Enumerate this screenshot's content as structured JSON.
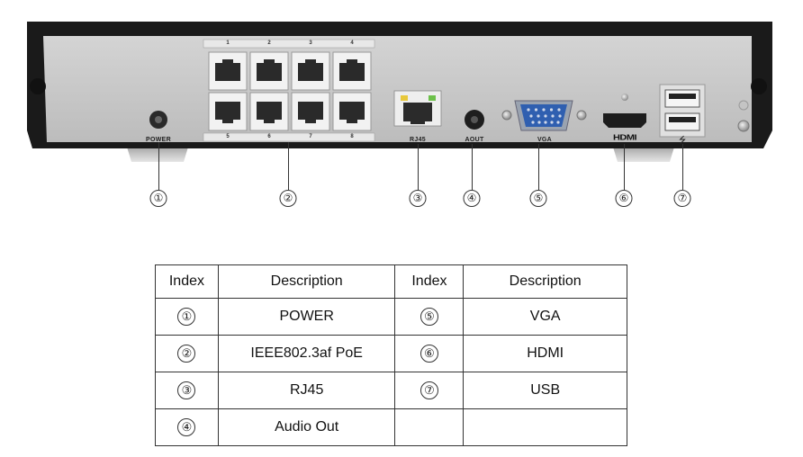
{
  "panel_labels": {
    "power": "POWER",
    "rj45": "RJ45",
    "aout": "AOUT",
    "vga": "VGA",
    "hdmi": "HDMI",
    "usb": "⭍"
  },
  "poe_port_numbers": {
    "top": [
      "1",
      "2",
      "3",
      "4"
    ],
    "bottom": [
      "5",
      "6",
      "7",
      "8"
    ]
  },
  "callouts": [
    "①",
    "②",
    "③",
    "④",
    "⑤",
    "⑥",
    "⑦"
  ],
  "table": {
    "headers": [
      "Index",
      "Description",
      "Index",
      "Description"
    ],
    "rows": [
      {
        "idx1": "①",
        "desc1": "POWER",
        "idx2": "⑤",
        "desc2": "VGA"
      },
      {
        "idx1": "②",
        "desc1": "IEEE802.3af PoE",
        "idx2": "⑥",
        "desc2": "HDMI"
      },
      {
        "idx1": "③",
        "desc1": "RJ45",
        "idx2": "⑦",
        "desc2": "USB"
      },
      {
        "idx1": "④",
        "desc1": "Audio Out",
        "idx2": "",
        "desc2": ""
      }
    ]
  },
  "colors": {
    "chassis": "#1a1a1a",
    "panel": "#c8c8c8",
    "port_body": "#f2f2f2",
    "vga_blue": "#2f5fb0",
    "led_green": "#6cc04a",
    "led_yellow": "#e8c83a"
  }
}
